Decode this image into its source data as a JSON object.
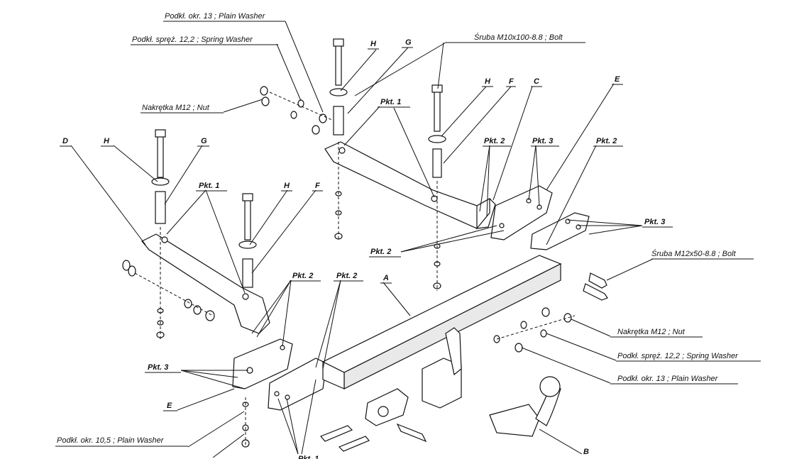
{
  "labels": {
    "plain_washer_13_top": "Podkł. okr. 13 ; Plain Washer",
    "spring_washer_top": "Podkł. spręż. 12,2 ; Spring Washer",
    "nut_top": "Nakrętka M12 ; Nut",
    "bolt_m10": "Śruba M10x100-8.8 ; Bolt",
    "bolt_m12": "Śruba M12x50-8.8 ; Bolt",
    "nut_right": "Nakrętka M12 ; Nut",
    "spring_washer_right": "Podkł. spręż. 12,2 ; Spring Washer",
    "plain_washer_13_right": "Podkł. okr. 13 ; Plain Washer",
    "plain_washer_105": "Podkł. okr. 10,5 ; Plain Washer",
    "H": "H",
    "G": "G",
    "F": "F",
    "C": "C",
    "E": "E",
    "D": "D",
    "A": "A",
    "B": "B",
    "pkt1": "Pkt. 1",
    "pkt2": "Pkt. 2",
    "pkt3": "Pkt. 3"
  }
}
